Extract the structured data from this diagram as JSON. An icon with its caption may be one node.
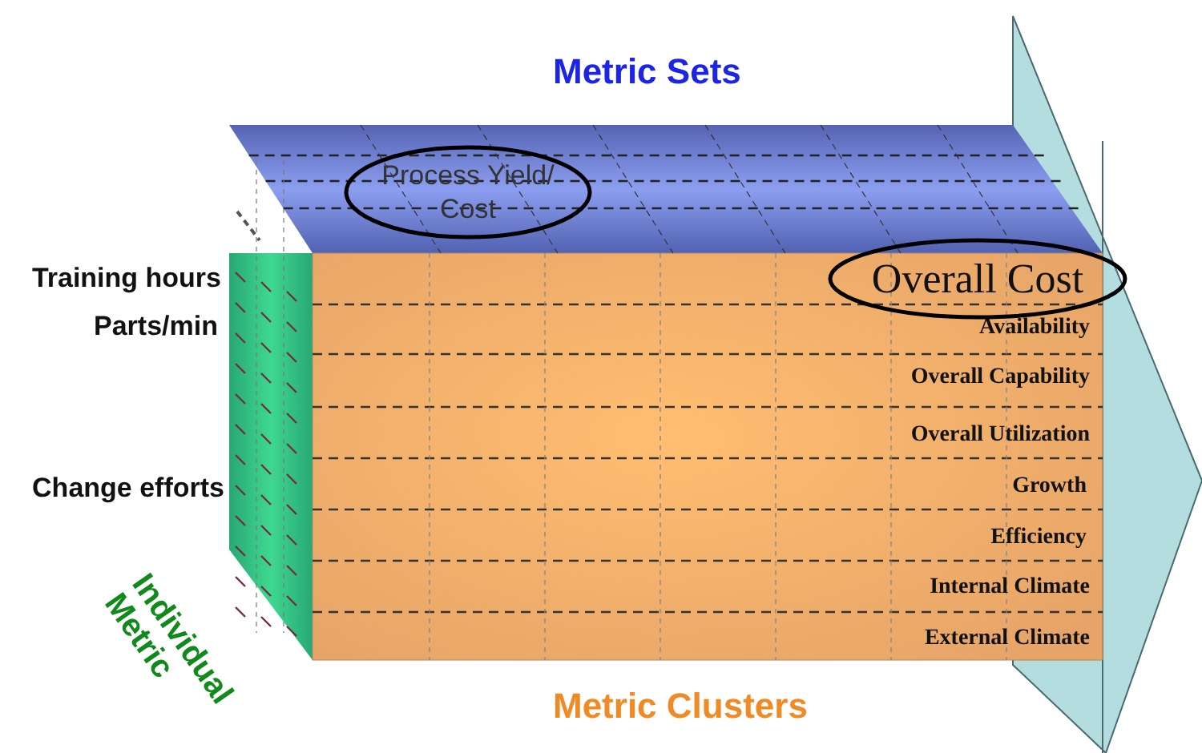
{
  "diagram": {
    "nodes": [
      {
        "text": [
          "Process Yield/ Cost"
        ]
      },
      {
        "text": [
          "Overall Cost"
        ]
      }
    ],
    "labels": [
      "Metric Sets",
      "Training hours",
      "Parts/min",
      "Change efforts",
      "Availability",
      "Overall Capability",
      "Overall Utilization",
      "Growth",
      "Efficiency",
      "Internal Climate",
      "External Climate",
      "Individual Metric",
      "Metric Clusters"
    ]
  }
}
